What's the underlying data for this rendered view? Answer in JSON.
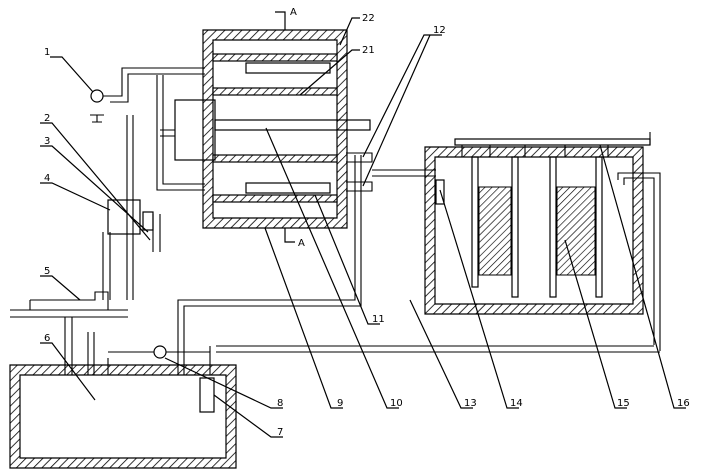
{
  "labels": {
    "section_top": "A",
    "section_bottom": "A",
    "n1": "1",
    "n2": "2",
    "n3": "3",
    "n4": "4",
    "n5": "5",
    "n6": "6",
    "n7": "7",
    "n8": "8",
    "n9": "9",
    "n10": "10",
    "n11": "11",
    "n12": "12",
    "n13": "13",
    "n14": "14",
    "n15": "15",
    "n16": "16",
    "n21": "21",
    "n22": "22"
  }
}
